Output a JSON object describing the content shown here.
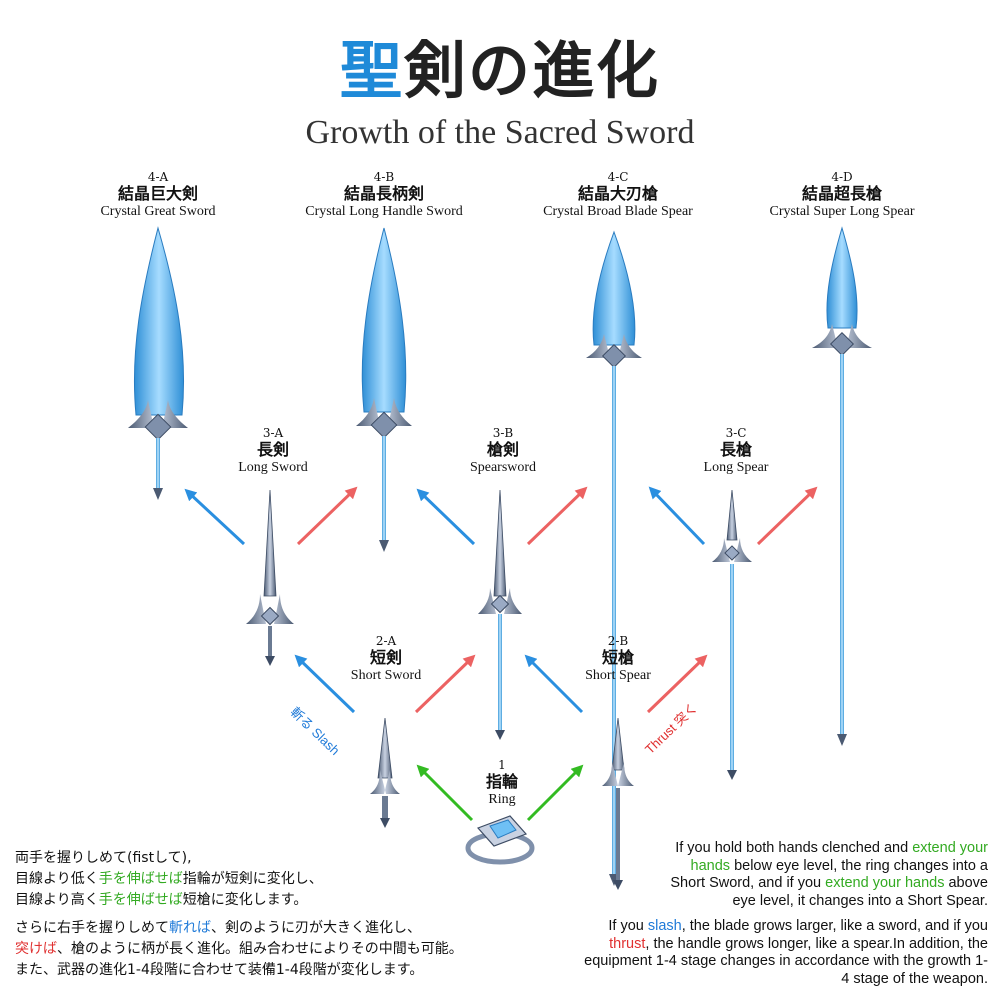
{
  "title": {
    "jp_accent": "聖",
    "jp_rest": "剣の進化",
    "en": "Growth of the Sacred Sword"
  },
  "nodes": {
    "n1": {
      "stage": "1",
      "jp": "指輪",
      "en": "Ring"
    },
    "n2a": {
      "stage": "2-A",
      "jp": "短剣",
      "en": "Short Sword"
    },
    "n2b": {
      "stage": "2-B",
      "jp": "短槍",
      "en": "Short Spear"
    },
    "n3a": {
      "stage": "3-A",
      "jp": "長剣",
      "en": "Long Sword"
    },
    "n3b": {
      "stage": "3-B",
      "jp": "槍剣",
      "en": "Spearsword"
    },
    "n3c": {
      "stage": "3-C",
      "jp": "長槍",
      "en": "Long Spear"
    },
    "n4a": {
      "stage": "4-A",
      "jp": "結晶巨大剣",
      "en": "Crystal Great Sword"
    },
    "n4b": {
      "stage": "4-B",
      "jp": "結晶長柄剣",
      "en": "Crystal Long Handle Sword"
    },
    "n4c": {
      "stage": "4-C",
      "jp": "結晶大刃槍",
      "en": "Crystal Broad Blade Spear"
    },
    "n4d": {
      "stage": "4-D",
      "jp": "結晶超長槍",
      "en": "Crystal Super Long Spear"
    }
  },
  "gestures": {
    "slash": "斬る Slash",
    "thrust": "Thrust 突く"
  },
  "colors": {
    "title_accent": "#1f8ad8",
    "slash_arrow": "#2a8fe0",
    "thrust_arrow": "#ec6262",
    "extend_arrow": "#33bb22",
    "crystal": "#5ab4ee",
    "metal": "#6a7a92"
  },
  "text_jp": {
    "p1": {
      "l1": "両手を握りしめて(fistして),",
      "l2_a": "目線より低く",
      "l2_b": "手を伸ばせば",
      "l2_c": "指輪が短剣に変化し、",
      "l3_a": "目線より高く",
      "l3_b": "手を伸ばせば",
      "l3_c": "短槍に変化します。"
    },
    "p2": {
      "l1_a": "さらに右手を握りしめて",
      "l1_b": "斬れば",
      "l1_c": "、剣のように刃が大きく進化し、",
      "l2_a": "突けば",
      "l2_b": "、槍のように柄が長く進化。組み合わせによりその中間も可能。",
      "l3": "また、武器の進化1-4段階に合わせて装備1-4段階が変化します。"
    }
  },
  "text_en": {
    "p1": {
      "a": "If you hold both hands clenched and ",
      "b": "extend your hands",
      "c": " below eye level, the ring changes into a Short Sword, and if you ",
      "d": "extend your hands",
      "e": " above eye level, it changes into a Short Spear."
    },
    "p2": {
      "a": "If you ",
      "b": "slash",
      "c": ", the blade grows larger, like a sword, and if you ",
      "d": "thrust",
      "e": ", the handle grows longer, like a spear.In addition, the equipment 1-4 stage changes in accordance with the growth 1-4 stage of the weapon."
    }
  }
}
